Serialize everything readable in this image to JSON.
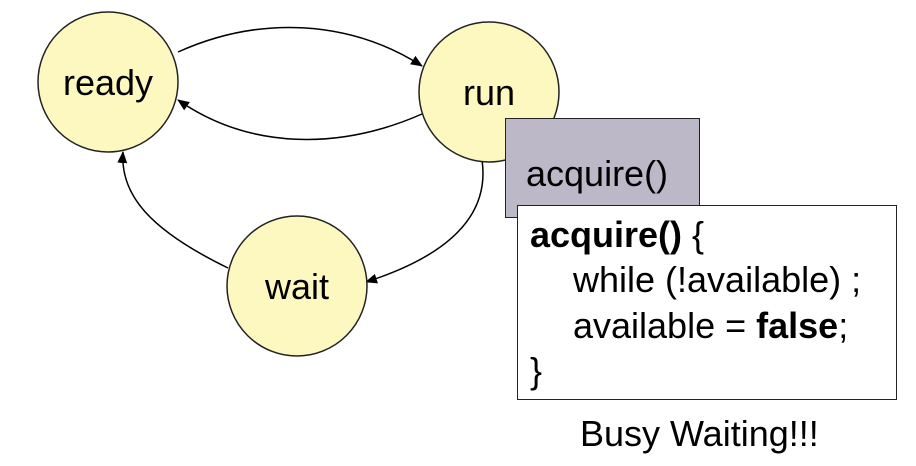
{
  "diagram": {
    "states": {
      "ready": "ready",
      "run": "run",
      "wait": "wait"
    },
    "colors": {
      "state_fill": "#fcf8c0",
      "state_stroke": "#222222",
      "popup_tab_fill": "#bcb8c8"
    }
  },
  "popup": {
    "tab_label": "acquire()",
    "code": {
      "line1_keyword": "acquire()",
      "line1_rest": " {",
      "line2": "while (!available) ;",
      "line3_prefix": "available = ",
      "line3_keyword": "false",
      "line3_suffix": ";",
      "line4": "}"
    }
  },
  "caption": "Busy Waiting!!!"
}
